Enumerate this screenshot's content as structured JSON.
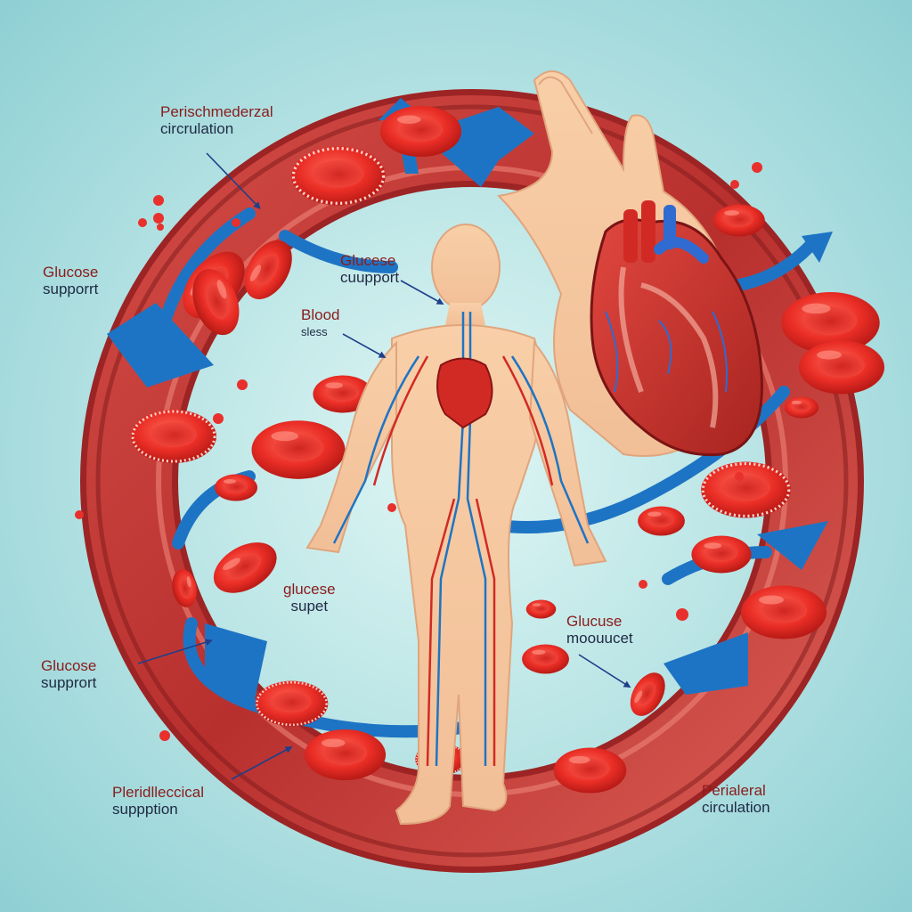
{
  "colors": {
    "background_center": "#d4f2f1",
    "background_edge": "#8ccfd3",
    "ring_red": "#c9403e",
    "ring_dark": "#9c2424",
    "artery_blue": "#1e74c4",
    "blood_cell": "#e8302c",
    "skin": "#f6c9a4",
    "label_red": "#8a1c1c",
    "label_dark": "#1f2a44"
  },
  "labels": {
    "top_left": {
      "line1": "Perischmederzal",
      "line2": "circrulation"
    },
    "left_upper": {
      "line1": "Glucose",
      "line2": "supporrt"
    },
    "body_glucose": {
      "line1": "Glucese",
      "line2": "cuupport"
    },
    "blood": {
      "line1": "Blood",
      "line2": "sless"
    },
    "center_glucose": {
      "line1": "glucese",
      "line2": "supet"
    },
    "right_glucose": {
      "line1": "Glucuse",
      "line2": "moouucet"
    },
    "left_lower": {
      "line1": "Glucose",
      "line2": "supprort"
    },
    "bottom_left": {
      "line1": "Pleridlleccical",
      "line2": "suppption"
    },
    "bottom_right": {
      "line1": "Perialeral",
      "line2": "circulation"
    }
  },
  "icons": [
    "hand-icon",
    "heart-icon",
    "human-body-icon",
    "blood-cell-icon",
    "arrow-icon"
  ]
}
